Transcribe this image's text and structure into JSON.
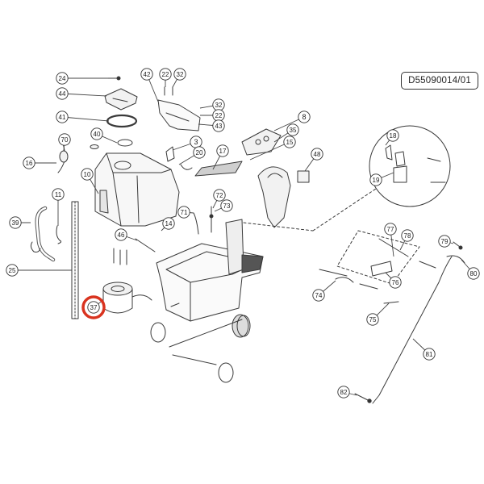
{
  "diagram": {
    "document_code": "D55090014/01",
    "highlight_color": "#d9331f",
    "line_color": "#3a3a3a",
    "callouts": [
      {
        "id": "24",
        "label": "24"
      },
      {
        "id": "44",
        "label": "44"
      },
      {
        "id": "41",
        "label": "41"
      },
      {
        "id": "40",
        "label": "40"
      },
      {
        "id": "70",
        "label": "70"
      },
      {
        "id": "16",
        "label": "16"
      },
      {
        "id": "10",
        "label": "10"
      },
      {
        "id": "11",
        "label": "11"
      },
      {
        "id": "39",
        "label": "39"
      },
      {
        "id": "25",
        "label": "25"
      },
      {
        "id": "37",
        "label": "37",
        "highlighted": true
      },
      {
        "id": "46",
        "label": "46"
      },
      {
        "id": "42",
        "label": "42"
      },
      {
        "id": "22a",
        "label": "22"
      },
      {
        "id": "32a",
        "label": "32"
      },
      {
        "id": "32b",
        "label": "32"
      },
      {
        "id": "22b",
        "label": "22"
      },
      {
        "id": "43",
        "label": "43"
      },
      {
        "id": "3",
        "label": "3"
      },
      {
        "id": "20",
        "label": "20"
      },
      {
        "id": "17",
        "label": "17"
      },
      {
        "id": "8",
        "label": "8"
      },
      {
        "id": "35",
        "label": "35"
      },
      {
        "id": "15",
        "label": "15"
      },
      {
        "id": "48",
        "label": "48"
      },
      {
        "id": "14",
        "label": "14"
      },
      {
        "id": "71",
        "label": "71"
      },
      {
        "id": "72",
        "label": "72"
      },
      {
        "id": "73",
        "label": "73"
      },
      {
        "id": "18",
        "label": "18"
      },
      {
        "id": "19",
        "label": "19"
      },
      {
        "id": "77",
        "label": "77"
      },
      {
        "id": "78",
        "label": "78"
      },
      {
        "id": "76",
        "label": "76"
      },
      {
        "id": "74",
        "label": "74"
      },
      {
        "id": "75",
        "label": "75"
      },
      {
        "id": "79",
        "label": "79"
      },
      {
        "id": "80",
        "label": "80"
      },
      {
        "id": "81",
        "label": "81"
      },
      {
        "id": "82",
        "label": "82"
      }
    ]
  }
}
